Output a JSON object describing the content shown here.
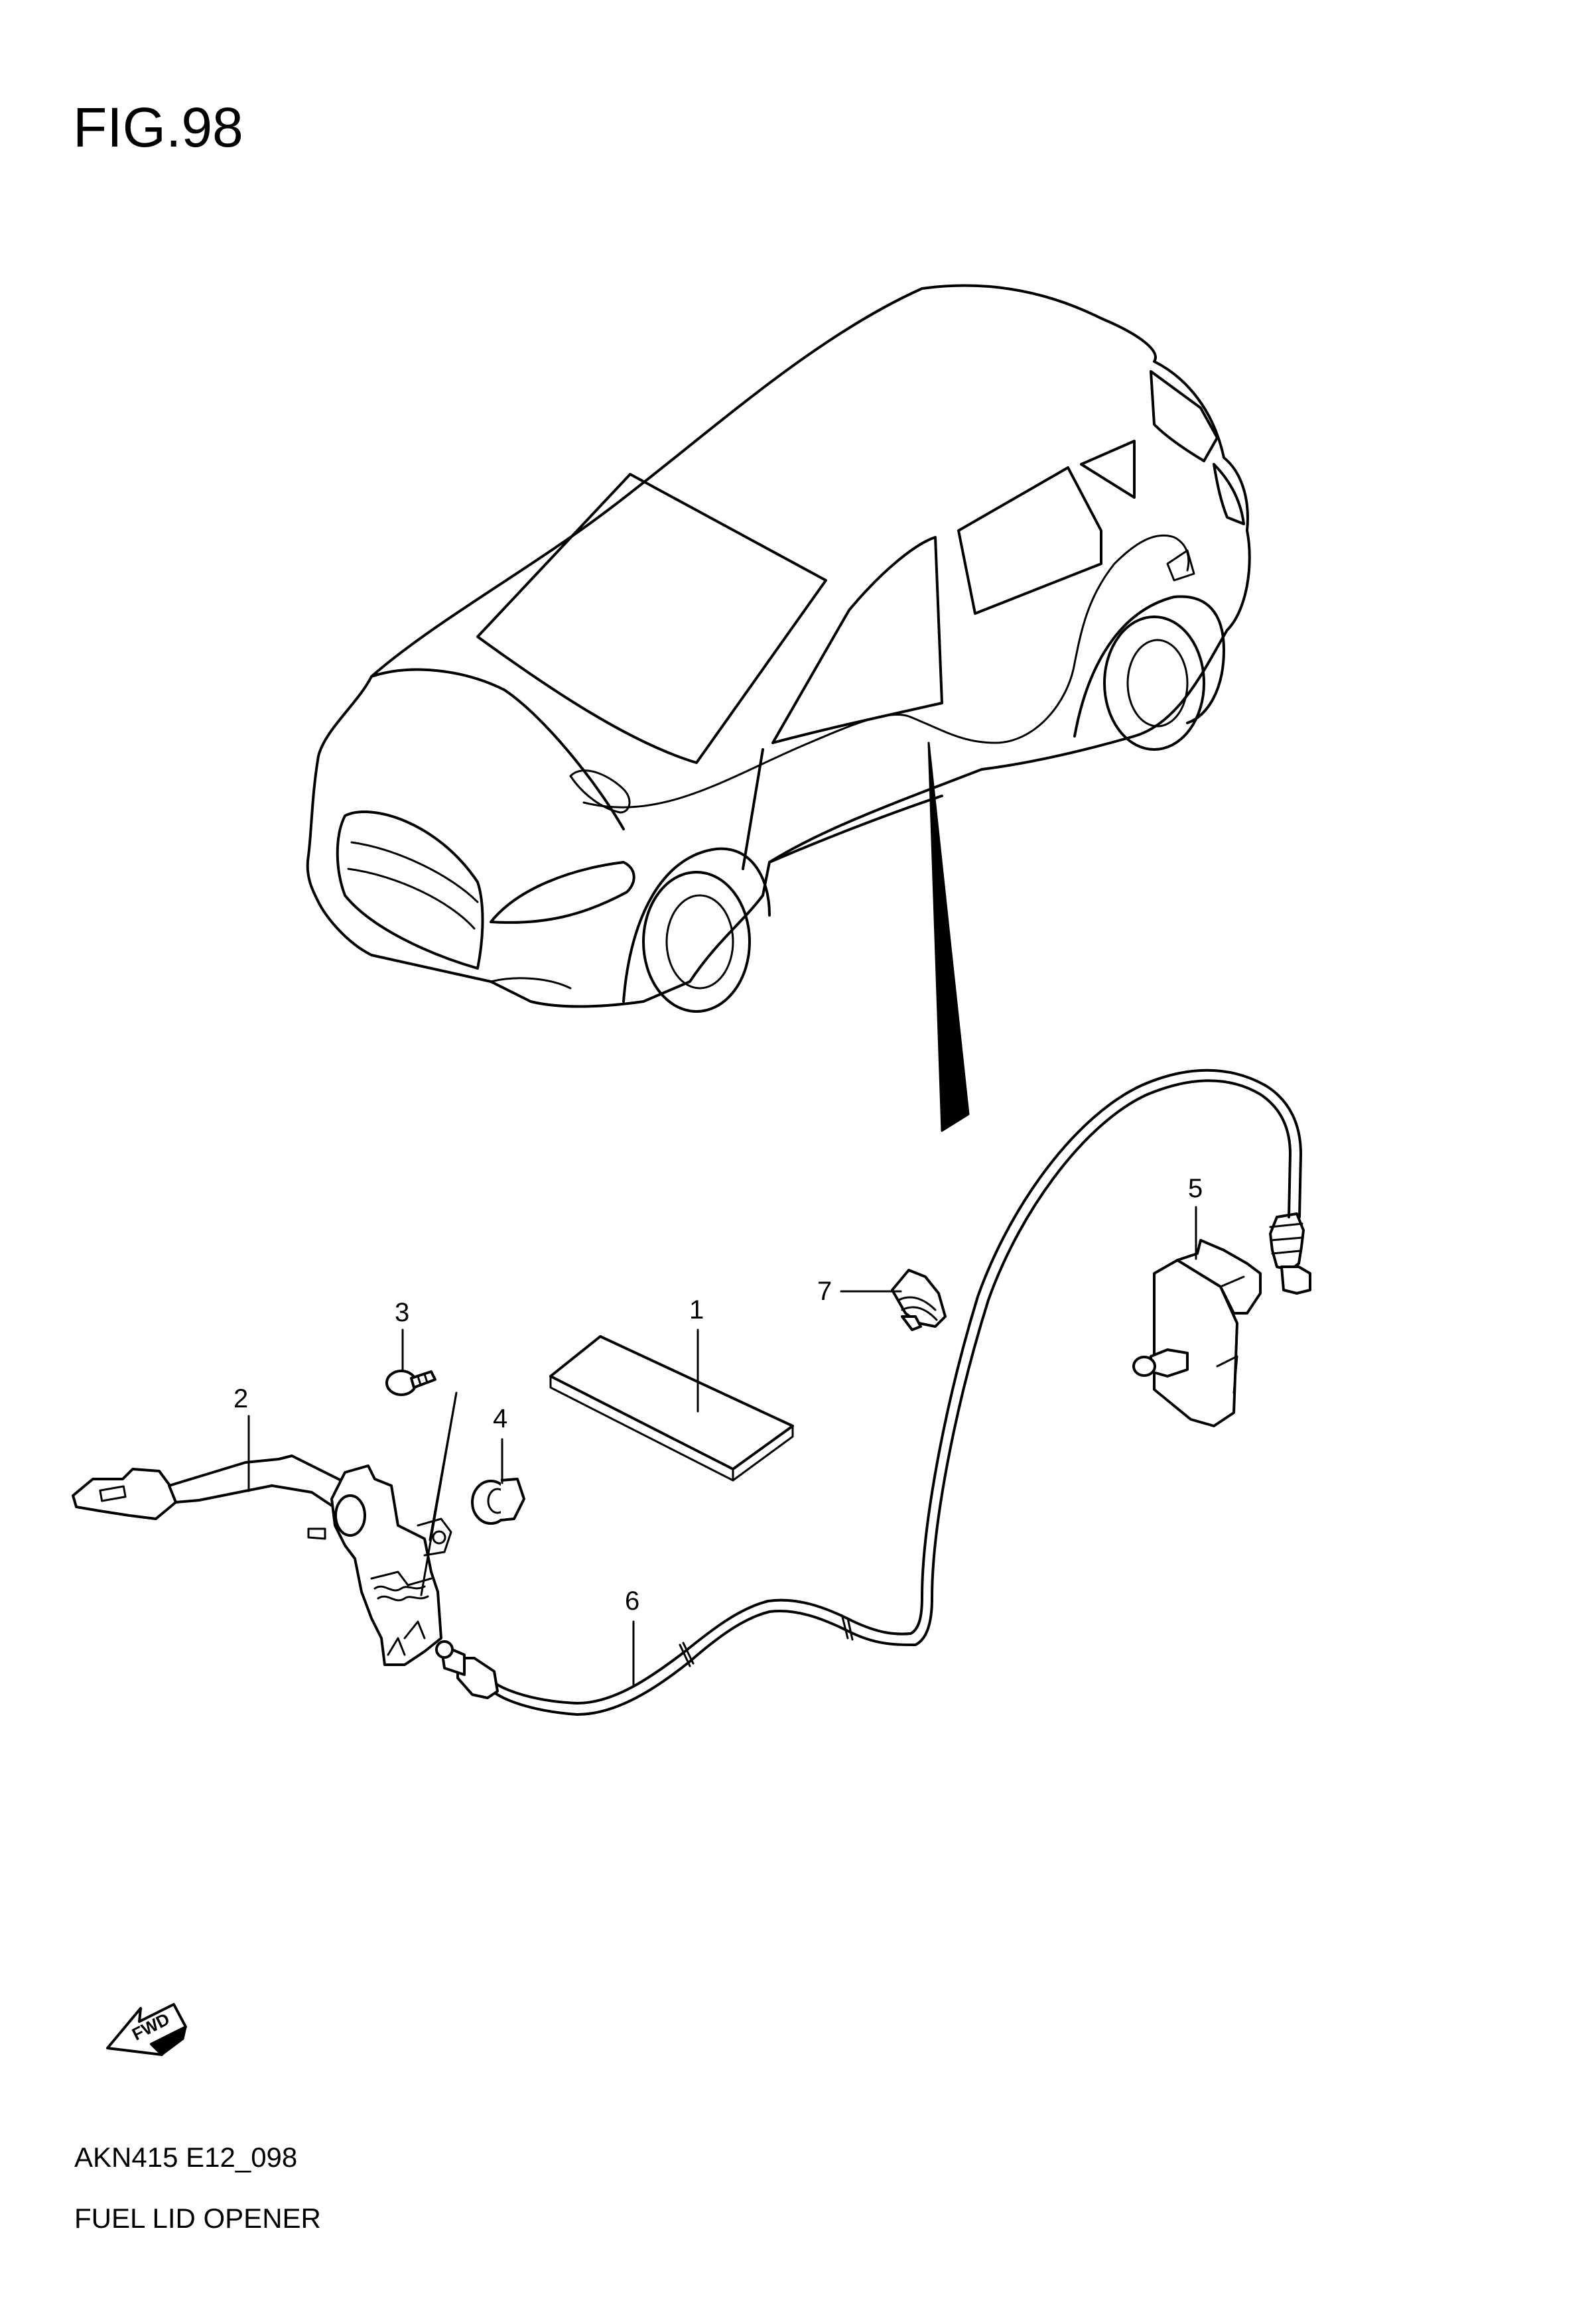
{
  "figure": {
    "title": "FIG.98"
  },
  "callouts": [
    {
      "id": "1",
      "text": "1"
    },
    {
      "id": "2",
      "text": "2"
    },
    {
      "id": "3",
      "text": "3"
    },
    {
      "id": "4",
      "text": "4"
    },
    {
      "id": "5",
      "text": "5"
    },
    {
      "id": "6",
      "text": "6"
    },
    {
      "id": "7",
      "text": "7"
    }
  ],
  "direction_marker": {
    "label": "FWD",
    "icon": "fwd-arrow-icon"
  },
  "footer": {
    "code": "AKN415 E12_098",
    "caption": "FUEL LID OPENER"
  }
}
